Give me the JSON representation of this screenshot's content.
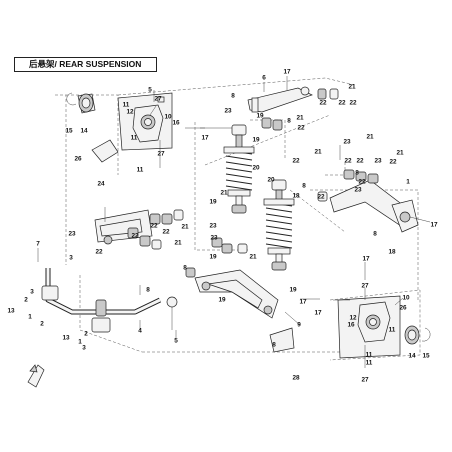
{
  "diagram": {
    "title": "后悬架/ REAR SUSPENSION"
  },
  "callouts": [
    {
      "id": "c1",
      "text": "17"
    },
    {
      "id": "c2",
      "text": "6"
    },
    {
      "id": "c3",
      "text": "8"
    },
    {
      "id": "c4",
      "text": "22"
    },
    {
      "id": "c5",
      "text": "21"
    },
    {
      "id": "c6",
      "text": "19"
    },
    {
      "id": "c7",
      "text": "22"
    },
    {
      "id": "c8",
      "text": "22"
    },
    {
      "id": "c9",
      "text": "23"
    },
    {
      "id": "c10",
      "text": "8"
    },
    {
      "id": "c11",
      "text": "22"
    },
    {
      "id": "c12",
      "text": "21"
    },
    {
      "id": "c13",
      "text": "5"
    },
    {
      "id": "c14",
      "text": "27"
    },
    {
      "id": "c15",
      "text": "11"
    },
    {
      "id": "c16",
      "text": "12"
    },
    {
      "id": "c17",
      "text": "10"
    },
    {
      "id": "c18",
      "text": "16"
    },
    {
      "id": "c19",
      "text": "15"
    },
    {
      "id": "c20",
      "text": "14"
    },
    {
      "id": "c21",
      "text": "17"
    },
    {
      "id": "c22",
      "text": "11"
    },
    {
      "id": "c23",
      "text": "26"
    },
    {
      "id": "c24",
      "text": "27"
    },
    {
      "id": "c25",
      "text": "11"
    },
    {
      "id": "c26",
      "text": "24"
    },
    {
      "id": "c27",
      "text": "19"
    },
    {
      "id": "c28",
      "text": "22"
    },
    {
      "id": "c29",
      "text": "21"
    },
    {
      "id": "c30",
      "text": "23"
    },
    {
      "id": "c31",
      "text": "21"
    },
    {
      "id": "c32",
      "text": "22"
    },
    {
      "id": "c33",
      "text": "22"
    },
    {
      "id": "c34",
      "text": "23"
    },
    {
      "id": "c35",
      "text": "20"
    },
    {
      "id": "c36",
      "text": "21"
    },
    {
      "id": "c37",
      "text": "20"
    },
    {
      "id": "c38",
      "text": "22"
    },
    {
      "id": "c39",
      "text": "8"
    },
    {
      "id": "c40",
      "text": "18"
    },
    {
      "id": "c41",
      "text": "8"
    },
    {
      "id": "c42",
      "text": "22"
    },
    {
      "id": "c43",
      "text": "23"
    },
    {
      "id": "c44",
      "text": "1"
    },
    {
      "id": "c45",
      "text": "22"
    },
    {
      "id": "c46",
      "text": "21"
    },
    {
      "id": "c47",
      "text": "19"
    },
    {
      "id": "c48",
      "text": "17"
    },
    {
      "id": "c49",
      "text": "7"
    },
    {
      "id": "c50",
      "text": "23"
    },
    {
      "id": "c51",
      "text": "22"
    },
    {
      "id": "c52",
      "text": "21"
    },
    {
      "id": "c53",
      "text": "22"
    },
    {
      "id": "c54",
      "text": "23"
    },
    {
      "id": "c55",
      "text": "22"
    },
    {
      "id": "c56",
      "text": "21"
    },
    {
      "id": "c57",
      "text": "8"
    },
    {
      "id": "c58",
      "text": "18"
    },
    {
      "id": "c59",
      "text": "23"
    },
    {
      "id": "c60",
      "text": "22"
    },
    {
      "id": "c61",
      "text": "3"
    },
    {
      "id": "c62",
      "text": "21"
    },
    {
      "id": "c63",
      "text": "19"
    },
    {
      "id": "c64",
      "text": "17"
    },
    {
      "id": "c65",
      "text": "8"
    },
    {
      "id": "c66",
      "text": "3"
    },
    {
      "id": "c67",
      "text": "2"
    },
    {
      "id": "c68",
      "text": "13"
    },
    {
      "id": "c69",
      "text": "1"
    },
    {
      "id": "c70",
      "text": "2"
    },
    {
      "id": "c71",
      "text": "8"
    },
    {
      "id": "c72",
      "text": "19"
    },
    {
      "id": "c73",
      "text": "19"
    },
    {
      "id": "c74",
      "text": "4"
    },
    {
      "id": "c75",
      "text": "2"
    },
    {
      "id": "c76",
      "text": "1"
    },
    {
      "id": "c77",
      "text": "13"
    },
    {
      "id": "c78",
      "text": "3"
    },
    {
      "id": "c79",
      "text": "5"
    },
    {
      "id": "c80",
      "text": "9"
    },
    {
      "id": "c81",
      "text": "8"
    },
    {
      "id": "c82",
      "text": "28"
    },
    {
      "id": "c83",
      "text": "27"
    },
    {
      "id": "c84",
      "text": "10"
    },
    {
      "id": "c85",
      "text": "12"
    },
    {
      "id": "c86",
      "text": "16"
    },
    {
      "id": "c87",
      "text": "26"
    },
    {
      "id": "c88",
      "text": "11"
    },
    {
      "id": "c89",
      "text": "11"
    },
    {
      "id": "c90",
      "text": "11"
    },
    {
      "id": "c91",
      "text": "27"
    },
    {
      "id": "c92",
      "text": "14"
    },
    {
      "id": "c93",
      "text": "15"
    },
    {
      "id": "c94",
      "text": "17"
    },
    {
      "id": "c95",
      "text": "17"
    }
  ]
}
